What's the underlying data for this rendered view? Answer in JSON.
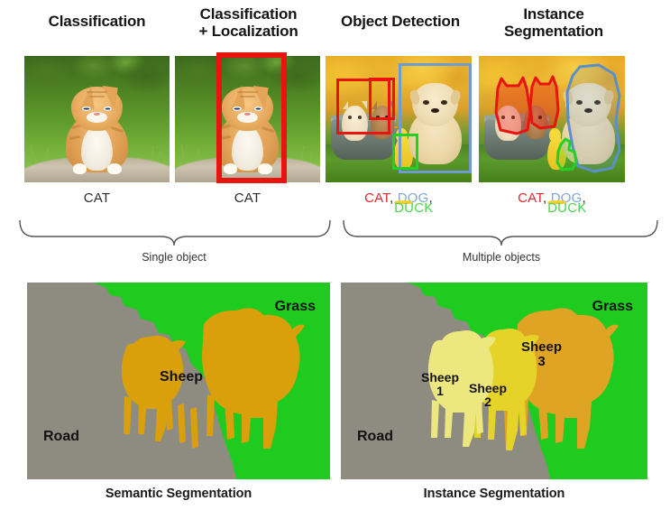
{
  "figure": {
    "title": "Computer vision task comparison diagram"
  },
  "top_row": {
    "columns": [
      {
        "heading": "Classification",
        "heading_line2": "",
        "class_label": "CAT",
        "image": "kitten-photo"
      },
      {
        "heading": "Classification",
        "heading_line2": "+ Localization",
        "class_label": "CAT",
        "image": "kitten-photo-with-bbox"
      },
      {
        "heading": "Object Detection",
        "heading_line2": "",
        "class_label": "CAT, DOG, DUCK",
        "image": "pets-photo-with-bboxes"
      },
      {
        "heading": "Instance",
        "heading_line2": "Segmentation",
        "class_label": "CAT, DOG, DUCK",
        "image": "pets-photo-with-masks"
      }
    ],
    "detection_labels": {
      "cat": "CAT",
      "dog": "DOG",
      "duck": "DUCK",
      "sep": ", "
    }
  },
  "braces": {
    "left": {
      "label": "Single object"
    },
    "right": {
      "label": "Multiple objects"
    }
  },
  "bottom_row": {
    "panels": [
      {
        "caption": "Semantic Segmentation",
        "regions": [
          {
            "name": "Grass",
            "label": "Grass"
          },
          {
            "name": "Road",
            "label": "Road"
          },
          {
            "name": "Sheep",
            "label": "Sheep"
          }
        ]
      },
      {
        "caption": "Instance Segmentation",
        "regions": [
          {
            "name": "Grass",
            "label": "Grass"
          },
          {
            "name": "Road",
            "label": "Road"
          },
          {
            "name": "Sheep 1",
            "label": "Sheep",
            "label_line2": "1"
          },
          {
            "name": "Sheep 2",
            "label": "Sheep",
            "label_line2": "2"
          },
          {
            "name": "Sheep 3",
            "label": "Sheep",
            "label_line2": "3"
          }
        ]
      }
    ]
  },
  "colors": {
    "cat_red": "#e3262a",
    "dog_blue": "#7fa8d8",
    "duck_green": "#4bd44b",
    "bbox_red": "#e8140f",
    "bbox_blue": "#6e9bd1",
    "bbox_green": "#24d024",
    "grass_green": "#1ecb1e",
    "road_gray": "#8e8c80",
    "sheep_orange": "#d9a00c",
    "sheep1_pale_yellow": "#ece77f",
    "sheep2_yellow": "#e6d32a",
    "sheep3_orange": "#e0a424",
    "text_dark": "#151515",
    "background": "#ffffff"
  }
}
